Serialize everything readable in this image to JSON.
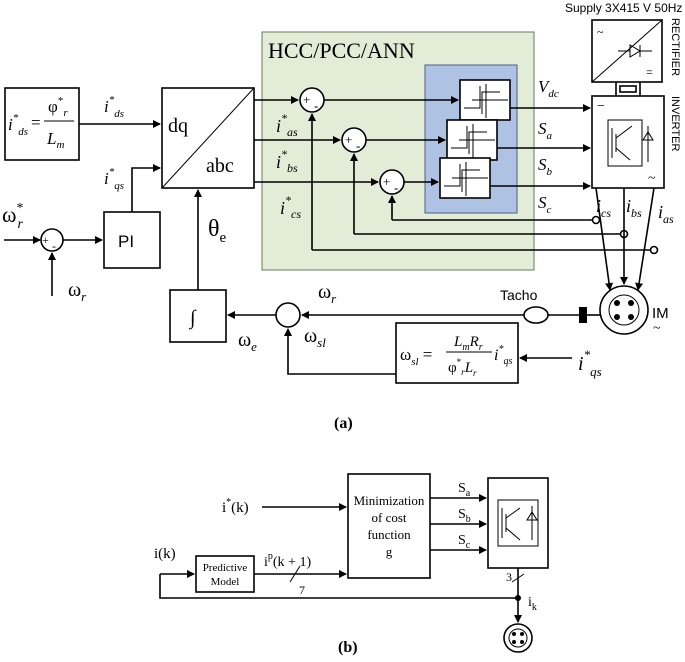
{
  "diagram_a": {
    "hcc_title": "HCC/PCC/ANN",
    "supply_label": "Supply 3X415 V 50Hz",
    "rectifier_label": "RECTIFIER",
    "inverter_label": "INVERTER",
    "dq_label": "dq",
    "abc_label": "abc",
    "pi_label": "PI",
    "integrator_label": "∫",
    "tacho_label": "Tacho",
    "motor_label": "IM",
    "caption": "(a)",
    "signals": {
      "ids_formula_lhs": "i*ds = φ*r / Lm",
      "ids": "i*ds",
      "iqs": "i*qs",
      "ias_ref": "i*as",
      "ibs_ref": "i*bs",
      "ics_ref": "i*cs",
      "vdc": "Vdc",
      "sa": "Sa",
      "sb": "Sb",
      "sc": "Sc",
      "ics": "ics",
      "ibs": "ibs",
      "ias": "ias",
      "wr_ref": "ω*r",
      "wr": "ωr",
      "wr_feedback": "ωr",
      "we": "ωe",
      "wsl": "ωsl",
      "theta": "θe",
      "slip_formula": "ωsl = (Lm Rr / φ*r Lr) i*qs",
      "iqs_input": "i*qs"
    }
  },
  "diagram_b": {
    "ref_input": "i*(k)",
    "meas_input": "i(k)",
    "predictive_model": "Predictive Model",
    "prediction": "iP(k+1)",
    "bus_count": "7",
    "cost_block": "Minimization of cost function g",
    "sa": "Sa",
    "sb": "Sb",
    "sc": "Sc",
    "phase_count": "3",
    "ik": "ik",
    "caption": "(b)"
  }
}
